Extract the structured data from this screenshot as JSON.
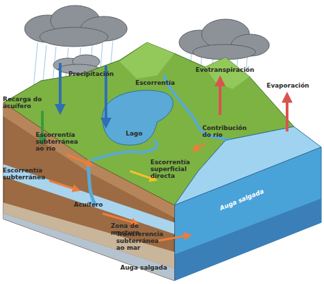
{
  "diagram": {
    "labels": [
      "Precipitación",
      "Escorrentía",
      "Evotranspiración",
      "Evaporación",
      "Recarga do acuífero",
      "Lago",
      "Escorrentía subterránea ao río",
      "Contribución do río",
      "Escorrentía superficial directa",
      "Escorrentía subterránea",
      "Acuífero",
      "Auga salgada",
      "Zona de mestura",
      "Transferencia subterránea ao mar",
      "Auga salgada"
    ]
  }
}
